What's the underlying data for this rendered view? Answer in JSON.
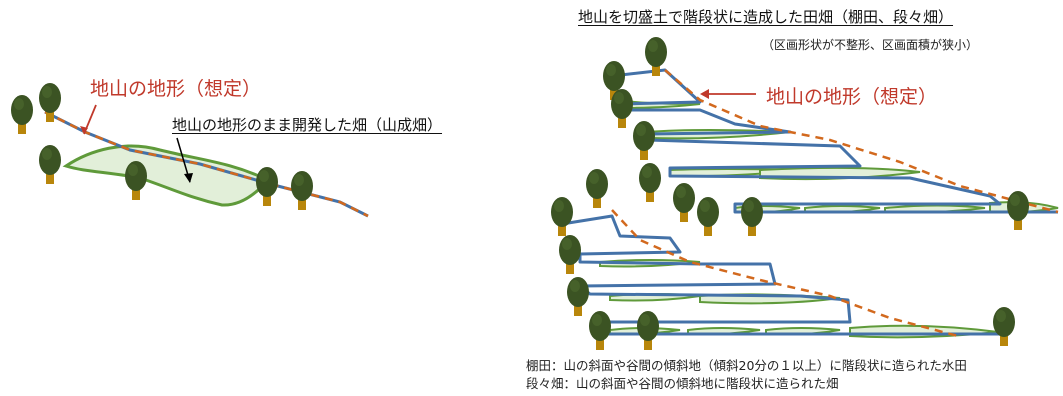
{
  "left_panel": {
    "ground_label": "地山の地形（想定）",
    "field_label": "地山の地形のまま開発した畑（山成畑）"
  },
  "right_panel": {
    "title": "地山を切盛土で階段状に造成した田畑（棚田、段々畑）",
    "subtitle": "（区画形状が不整形、区画面積が狭小）",
    "ground_label": "地山の地形（想定）"
  },
  "notes": [
    "棚田：山の斜面や谷間の傾斜地（傾斜20分の１以上）に階段状に造られた水田",
    "段々畑：山の斜面や谷間の傾斜地に階段状に造られた畑"
  ],
  "colors": {
    "slope_line": "#4472a8",
    "original_ground": "#d2691e",
    "field_fill": "#e2efd9",
    "field_outline": "#5f9a3a",
    "tree_crown": "#3b5323",
    "tree_trunk": "#b8860b",
    "label_red": "#c0392b"
  }
}
